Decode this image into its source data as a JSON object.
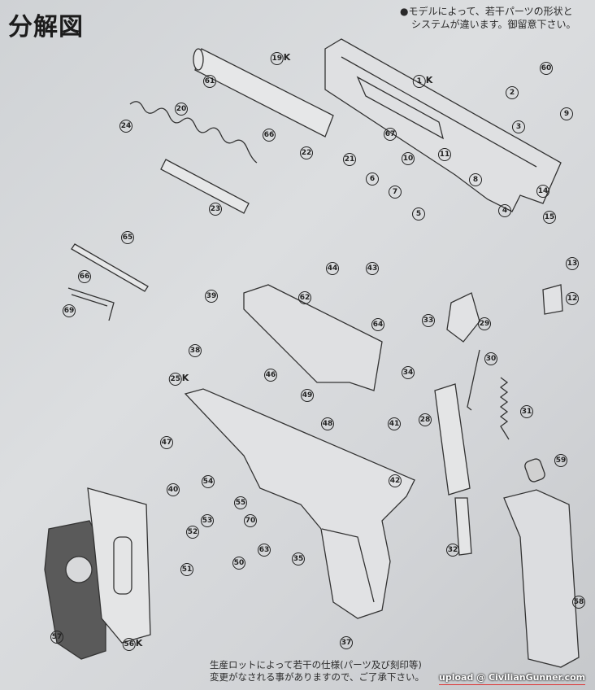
{
  "title": "分解図",
  "note": [
    "●モデルによって、若干パーツの形状と",
    "システムが違います。御留意下さい。"
  ],
  "footer": [
    "生産ロットによって若干の仕様(パーツ及び刻印等)",
    "変更がなされる事がありますので、ご了承下さい。"
  ],
  "watermark": "upload @ CivilianGunner.com",
  "parts": [
    {
      "num": "19",
      "suffix": "K"
    },
    {
      "num": "1",
      "suffix": "K"
    },
    {
      "num": "60",
      "suffix": ""
    },
    {
      "num": "2",
      "suffix": ""
    },
    {
      "num": "3",
      "suffix": ""
    },
    {
      "num": "9",
      "suffix": ""
    },
    {
      "num": "61",
      "suffix": ""
    },
    {
      "num": "20",
      "suffix": ""
    },
    {
      "num": "24",
      "suffix": ""
    },
    {
      "num": "66",
      "suffix": ""
    },
    {
      "num": "22",
      "suffix": ""
    },
    {
      "num": "67",
      "suffix": ""
    },
    {
      "num": "21",
      "suffix": ""
    },
    {
      "num": "10",
      "suffix": ""
    },
    {
      "num": "11",
      "suffix": ""
    },
    {
      "num": "6",
      "suffix": ""
    },
    {
      "num": "7",
      "suffix": ""
    },
    {
      "num": "8",
      "suffix": ""
    },
    {
      "num": "14",
      "suffix": ""
    },
    {
      "num": "5",
      "suffix": ""
    },
    {
      "num": "4",
      "suffix": ""
    },
    {
      "num": "15",
      "suffix": ""
    },
    {
      "num": "23",
      "suffix": ""
    },
    {
      "num": "65",
      "suffix": ""
    },
    {
      "num": "13",
      "suffix": ""
    },
    {
      "num": "12",
      "suffix": ""
    },
    {
      "num": "66",
      "suffix": ""
    },
    {
      "num": "69",
      "suffix": ""
    },
    {
      "num": "44",
      "suffix": ""
    },
    {
      "num": "43",
      "suffix": ""
    },
    {
      "num": "62",
      "suffix": ""
    },
    {
      "num": "39",
      "suffix": ""
    },
    {
      "num": "64",
      "suffix": ""
    },
    {
      "num": "33",
      "suffix": ""
    },
    {
      "num": "29",
      "suffix": ""
    },
    {
      "num": "38",
      "suffix": ""
    },
    {
      "num": "30",
      "suffix": ""
    },
    {
      "num": "34",
      "suffix": ""
    },
    {
      "num": "46",
      "suffix": ""
    },
    {
      "num": "25",
      "suffix": "K"
    },
    {
      "num": "49",
      "suffix": ""
    },
    {
      "num": "31",
      "suffix": ""
    },
    {
      "num": "28",
      "suffix": ""
    },
    {
      "num": "48",
      "suffix": ""
    },
    {
      "num": "41",
      "suffix": ""
    },
    {
      "num": "47",
      "suffix": ""
    },
    {
      "num": "59",
      "suffix": ""
    },
    {
      "num": "42",
      "suffix": ""
    },
    {
      "num": "40",
      "suffix": ""
    },
    {
      "num": "54",
      "suffix": ""
    },
    {
      "num": "55",
      "suffix": ""
    },
    {
      "num": "53",
      "suffix": ""
    },
    {
      "num": "70",
      "suffix": ""
    },
    {
      "num": "52",
      "suffix": ""
    },
    {
      "num": "63",
      "suffix": ""
    },
    {
      "num": "32",
      "suffix": ""
    },
    {
      "num": "35",
      "suffix": ""
    },
    {
      "num": "50",
      "suffix": ""
    },
    {
      "num": "51",
      "suffix": ""
    },
    {
      "num": "58",
      "suffix": ""
    },
    {
      "num": "57",
      "suffix": ""
    },
    {
      "num": "56",
      "suffix": "K"
    },
    {
      "num": "37",
      "suffix": ""
    }
  ]
}
